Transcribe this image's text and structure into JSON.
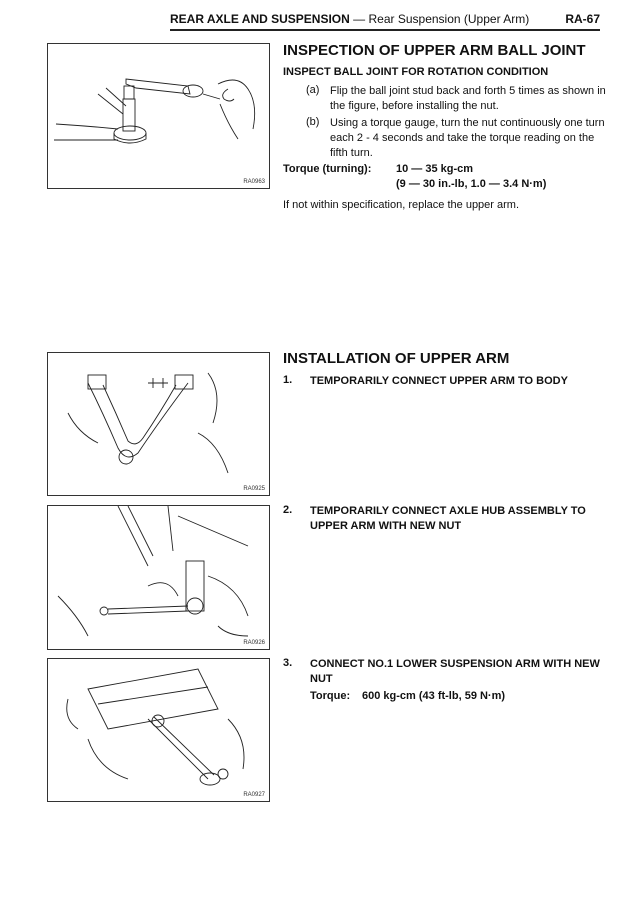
{
  "header": {
    "section": "REAR AXLE AND SUSPENSION",
    "separator": "—",
    "subsection": "Rear Suspension (Upper Arm)",
    "page": "RA-67"
  },
  "figures": [
    {
      "code": "RA0963"
    },
    {
      "code": "RA0925"
    },
    {
      "code": "RA0926"
    },
    {
      "code": "RA0927"
    }
  ],
  "inspection": {
    "title": "INSPECTION OF UPPER ARM BALL JOINT",
    "subtitle": "INSPECT BALL JOINT FOR ROTATION CONDITION",
    "items": [
      {
        "label": "(a)",
        "text": "Flip the ball joint stud back and forth 5 times as shown in the figure, before installing the nut."
      },
      {
        "label": "(b)",
        "text": "Using a torque gauge, turn the nut continuously one turn each 2 - 4 seconds and take the torque reading on the fifth turn."
      }
    ],
    "torque_label": "Torque (turning):",
    "torque_value": "10 — 35 kg-cm",
    "torque_alt": "(9 — 30 in.-lb, 1.0 — 3.4 N·m)",
    "note": "If not within specification, replace the upper arm."
  },
  "installation": {
    "title": "INSTALLATION OF UPPER ARM",
    "steps": [
      {
        "num": "1.",
        "text": "TEMPORARILY CONNECT UPPER ARM TO BODY"
      },
      {
        "num": "2.",
        "text": "TEMPORARILY CONNECT AXLE HUB ASSEMBLY TO UPPER ARM WITH NEW NUT"
      },
      {
        "num": "3.",
        "text": "CONNECT NO.1 LOWER SUSPENSION ARM WITH NEW NUT"
      }
    ],
    "torque_label": "Torque:",
    "torque_value": "600 kg-cm (43 ft-lb, 59 N·m)"
  }
}
